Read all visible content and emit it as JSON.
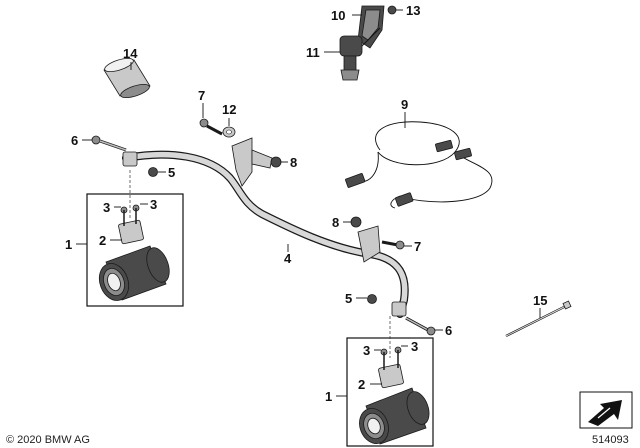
{
  "callouts": {
    "c1a": "1",
    "c1b": "1",
    "c2a": "2",
    "c2b": "2",
    "c3a": "3",
    "c3b": "3",
    "c3c": "3",
    "c3d": "3",
    "c4": "4",
    "c5a": "5",
    "c5b": "5",
    "c6a": "6",
    "c6b": "6",
    "c7a": "7",
    "c7b": "7",
    "c8a": "8",
    "c8b": "8",
    "c9": "9",
    "c10": "10",
    "c11": "11",
    "c12": "12",
    "c13": "13",
    "c14": "14",
    "c15": "15"
  },
  "footer": {
    "copyright": "© 2020 BMW AG",
    "diagram_number": "514093"
  },
  "colors": {
    "line": "#111111",
    "part_dark": "#4a4a4a",
    "part_mid": "#8c8c8c",
    "part_light": "#c9c9c9"
  }
}
